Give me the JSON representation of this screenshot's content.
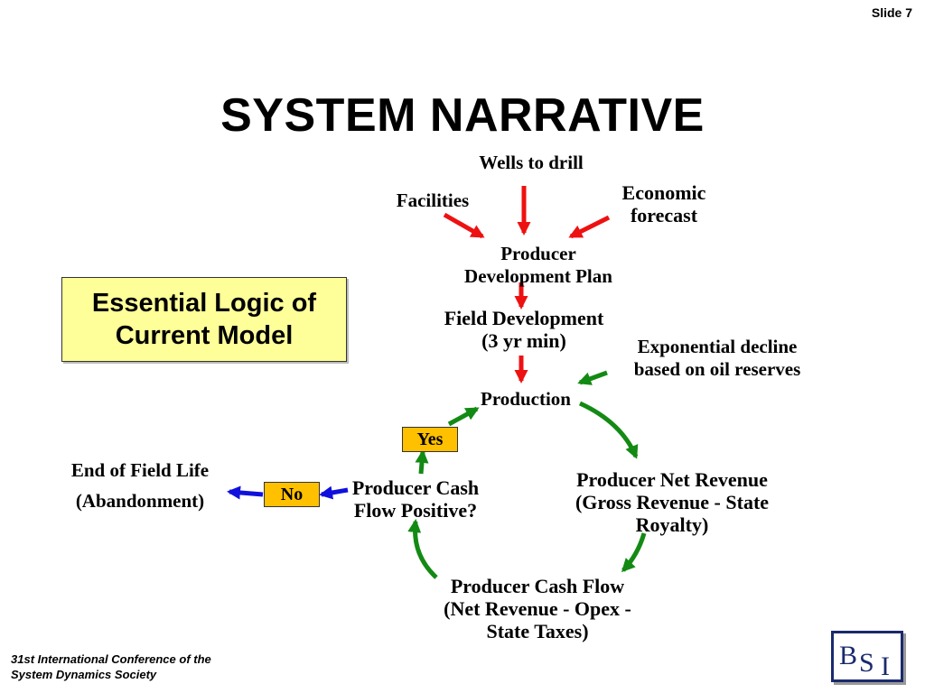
{
  "slide_label": "Slide 7",
  "title": "SYSTEM NARRATIVE",
  "nodes": {
    "wells": "Wells to drill",
    "facilities": "Facilities",
    "economic": "Economic\nforecast",
    "producer_plan": "Producer\nDevelopment Plan",
    "field_dev": "Field Development\n(3 yr min)",
    "exp_decline": "Exponential decline\nbased on oil reserves",
    "production": "Production",
    "net_revenue": "Producer Net Revenue\n(Gross Revenue - State\nRoyalty)",
    "cash_flow": "Producer Cash Flow\n(Net Revenue - Opex -\nState Taxes)",
    "cash_positive": "Producer Cash\nFlow Positive?",
    "end_field": "End of Field Life",
    "abandonment": "(Abandonment)"
  },
  "tags": {
    "yes": "Yes",
    "no": "No"
  },
  "logic_box": {
    "line1": "Essential Logic of",
    "line2": "Current Model"
  },
  "footer": "31st International Conference of the\nSystem Dynamics Society",
  "logo": {
    "text": "BSI"
  },
  "colors": {
    "red_arrow": "#ee1111",
    "green_arrow": "#138a13",
    "blue_arrow": "#1010dd",
    "box_yellow": "#ffff99",
    "tag_orange": "#ffc000"
  }
}
